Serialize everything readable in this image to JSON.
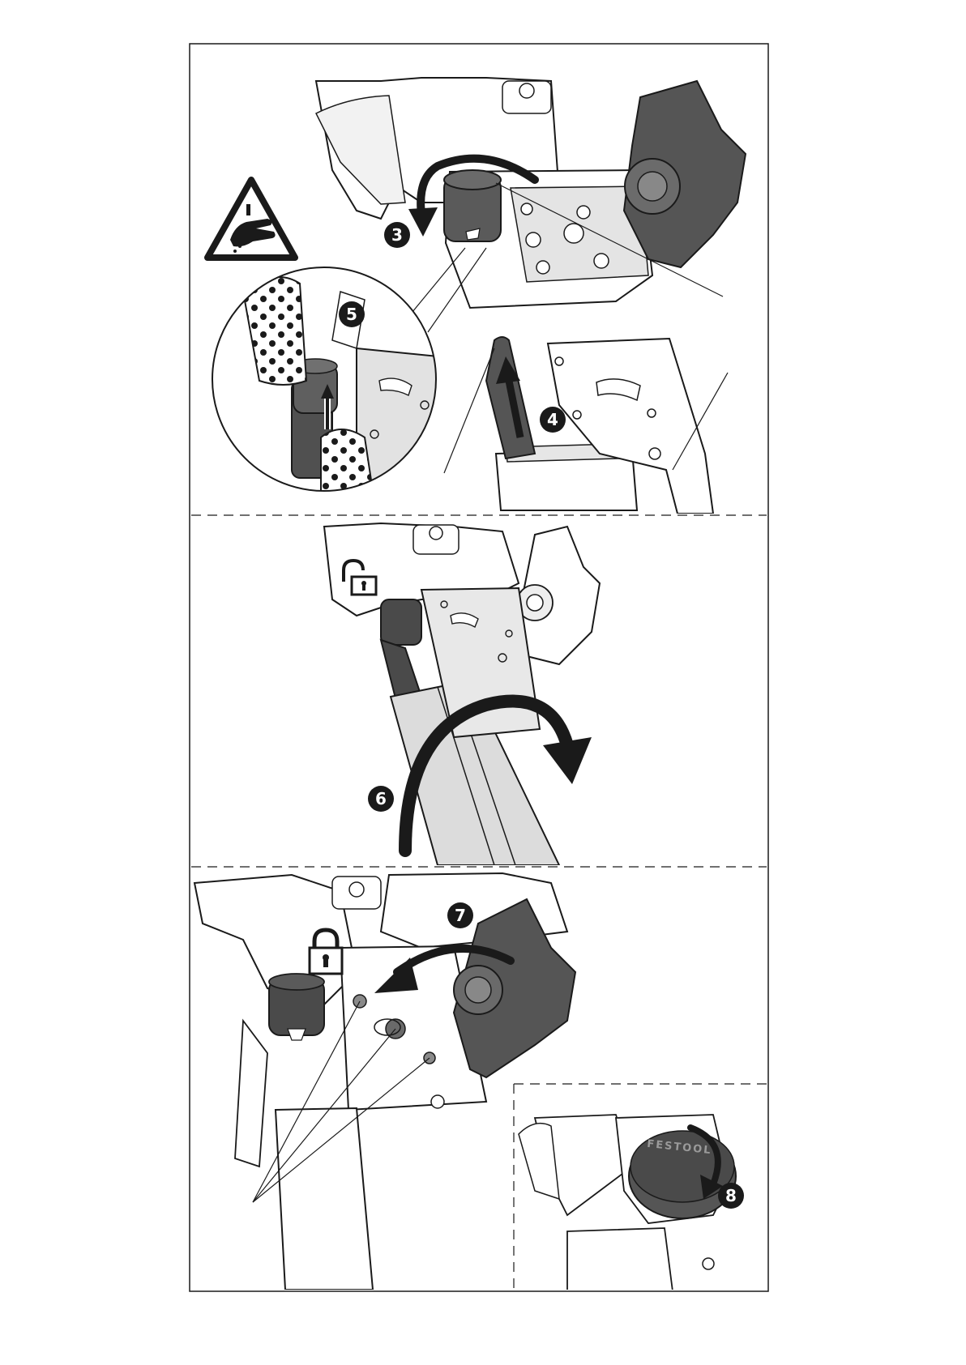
{
  "steps": {
    "step3": "3",
    "step4": "4",
    "step5": "5",
    "step6": "6",
    "step7": "7",
    "step8": "8"
  },
  "brand_text": "FESTOOL",
  "icons": {
    "warning": "hand-injury-warning-icon",
    "unlock": "unlocked-padlock-icon",
    "lock": "locked-padlock-icon"
  },
  "colors": {
    "line": "#1a1a1a",
    "metal": "#dedede",
    "dark_part": "#4a4a4a",
    "badge": "#1a1a1a"
  }
}
